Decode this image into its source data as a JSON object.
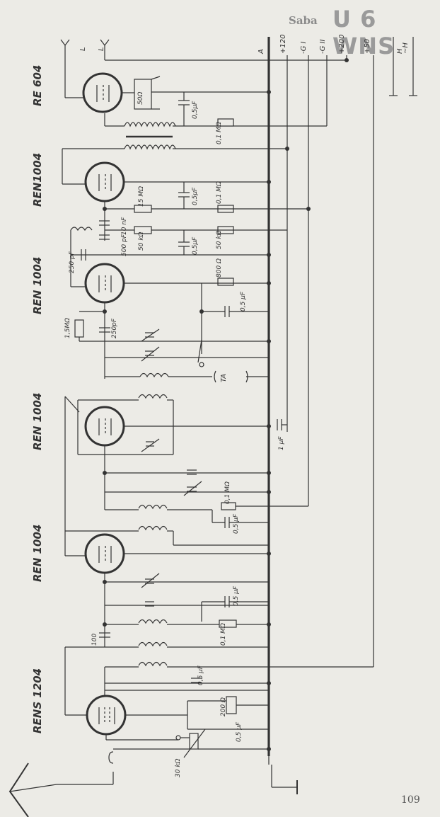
{
  "header": {
    "brand": "Saba",
    "model": "U 6 WNS"
  },
  "page_number": "109",
  "tubes": [
    "RE 604",
    "REN1004",
    "REN 1004",
    "REN 1004",
    "REN 1004",
    "RENS 1204"
  ],
  "rails": [
    "A",
    "+120",
    "-G I",
    "-G II",
    "+200",
    "+50"
  ],
  "top_terminals": [
    "L",
    "L"
  ],
  "right_terminals": [
    "H",
    "~H"
  ],
  "components": {
    "r_50": "50Ω",
    "c_05a": "0,5μF",
    "r_01a": "0,1 MΩ",
    "r_15": "15 MΩ",
    "c_05b": "0,5μF",
    "r_01b": "0,1 MΩ",
    "c_10nf": "10 nF",
    "c_500": "500 pF",
    "r_50k_a": "50 kΩ",
    "c_05c": "0,5μF",
    "r_50k_b": "50 kΩ",
    "c_250a": "250 pF",
    "r_800": "800 Ω",
    "c_05d": "0,5 μF",
    "r_15m": "1,5MΩ",
    "c_250b": "250pF",
    "ta": "TA",
    "c_1": "1 μF",
    "r_01c": "0,1 MΩ",
    "c_05e": "0,5 μF",
    "c_05f": "0,5 μF",
    "r_01d": "0,1 MΩ",
    "c_100": "100",
    "c_05g": "0,5 μF",
    "r_200": "200 Ω",
    "c_05h": "0,5 μF",
    "r_30k": "30 kΩ"
  }
}
